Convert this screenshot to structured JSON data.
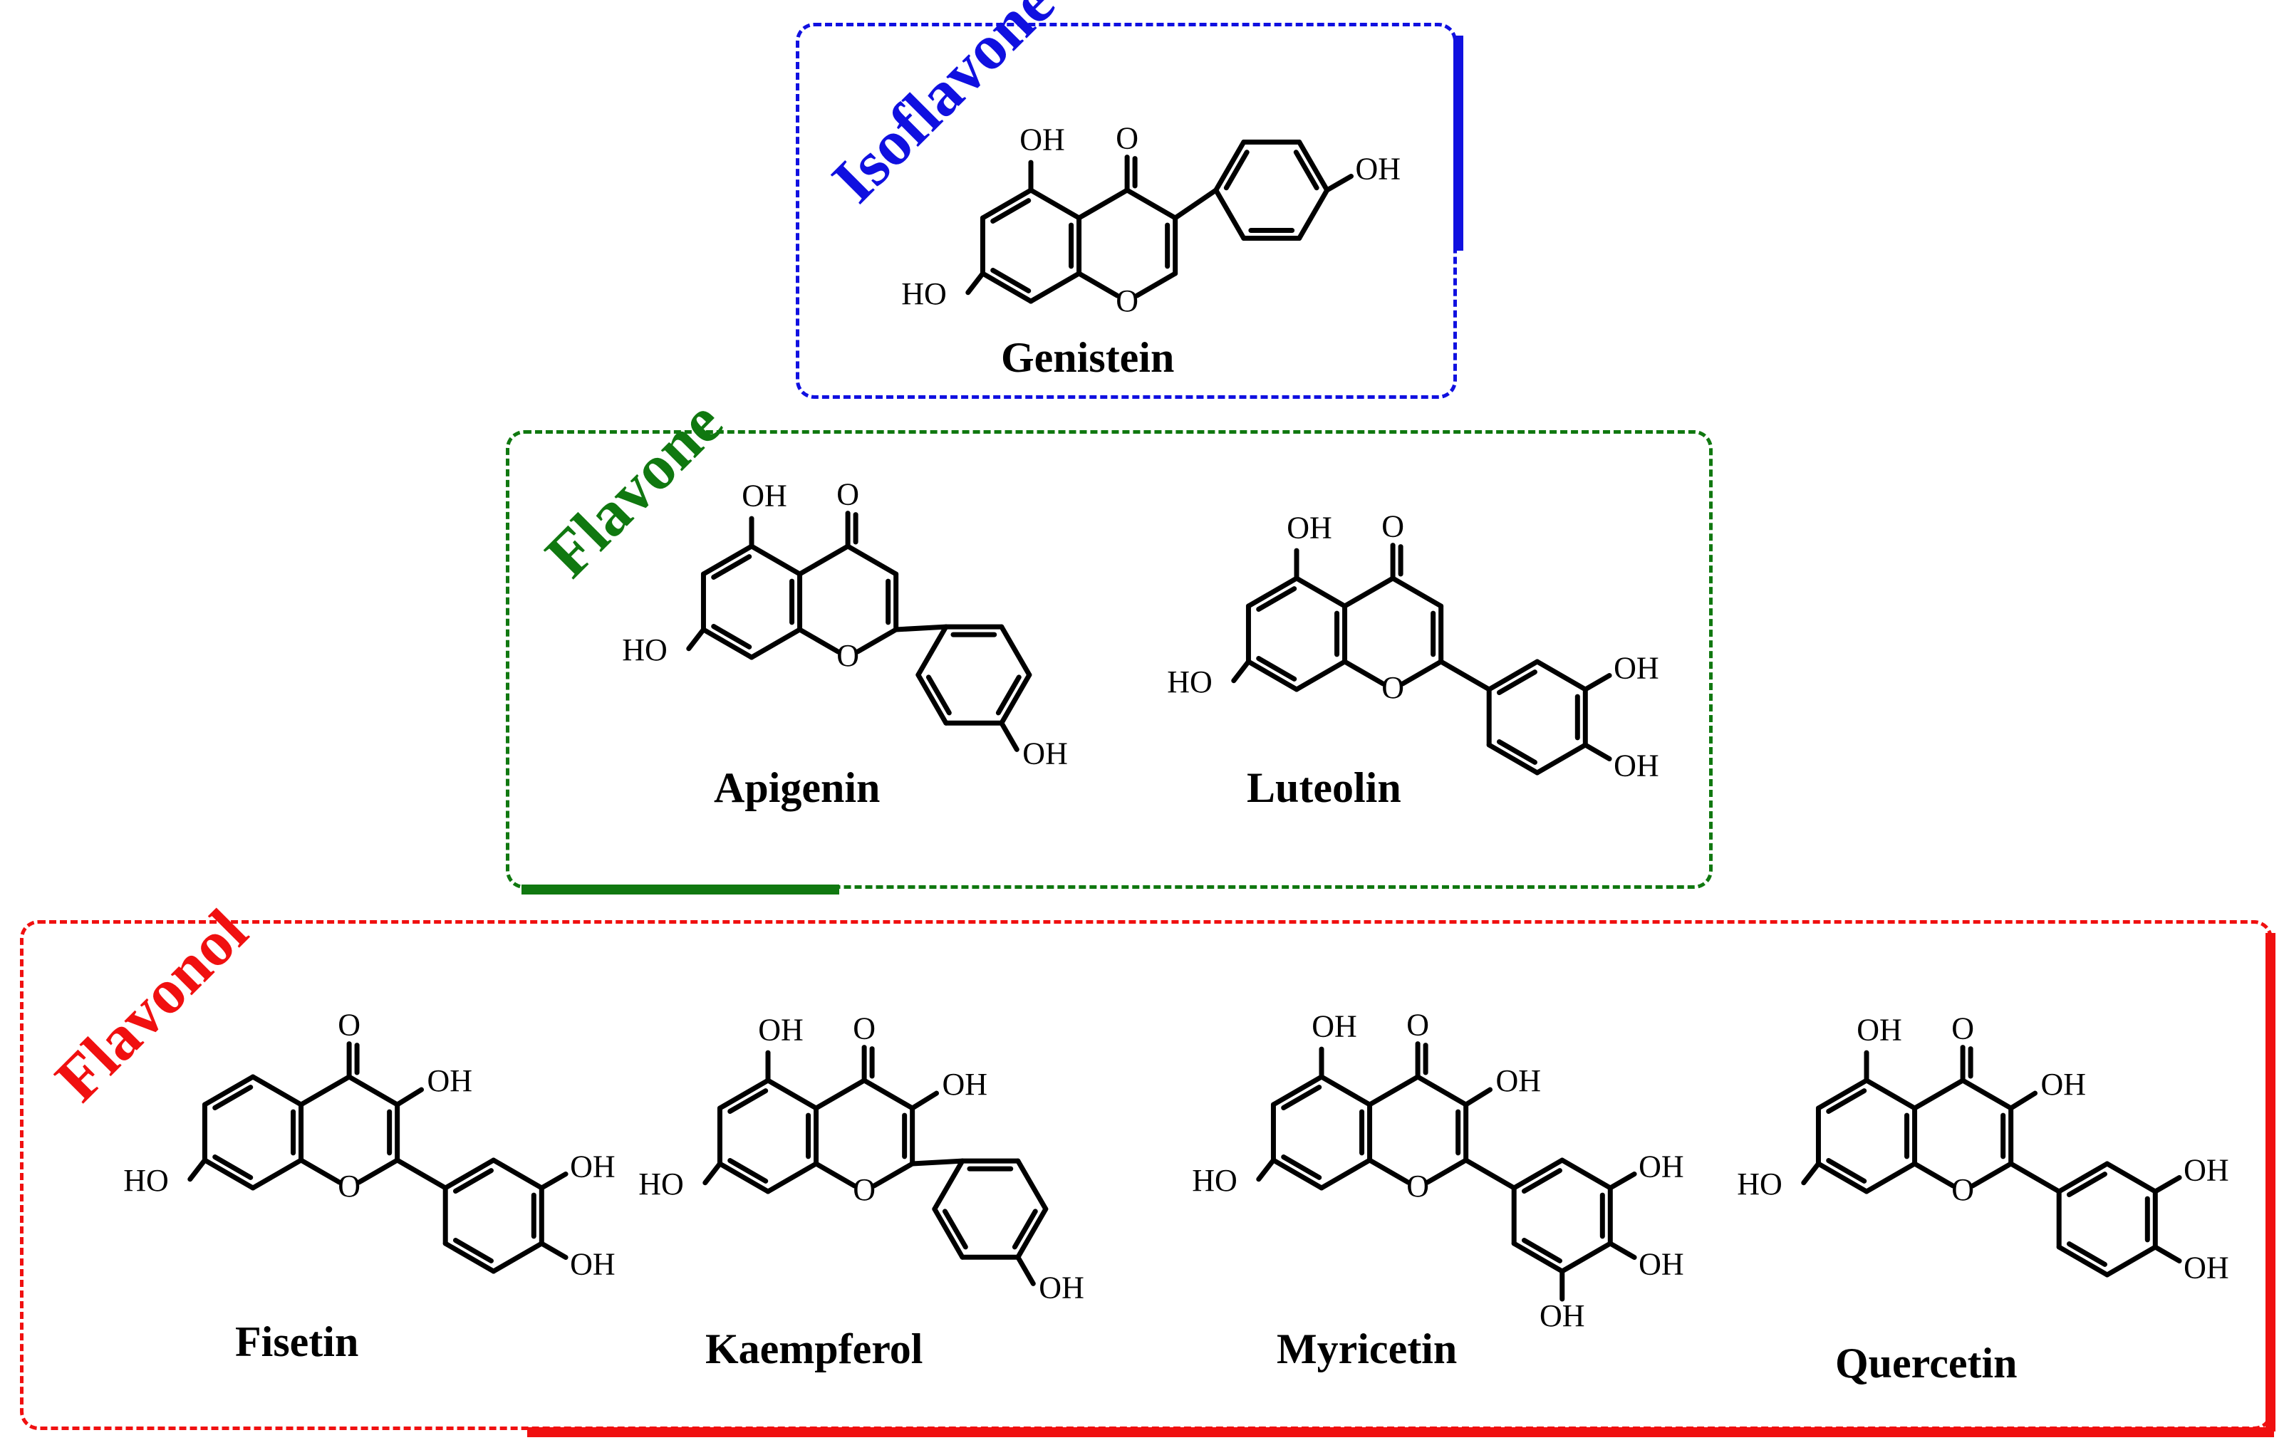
{
  "colors": {
    "isoflavone": "#1010e0",
    "flavone": "#107810",
    "flavonol": "#f01010",
    "structure": "#000000"
  },
  "panels": {
    "isoflavone": {
      "label": "Isoflavone",
      "compounds": [
        "Genistein"
      ]
    },
    "flavone": {
      "label": "Flavone",
      "compounds": [
        "Apigenin",
        "Luteolin"
      ]
    },
    "flavonol": {
      "label": "Flavonol",
      "compounds": [
        "Fisetin",
        "Kaempferol",
        "Myricetin",
        "Quercetin"
      ]
    }
  },
  "atom_labels": {
    "hydroxyl": "OH",
    "hydroxyl_left": "HO",
    "ring_oxygen": "O",
    "carbonyl_oxygen": "O"
  }
}
